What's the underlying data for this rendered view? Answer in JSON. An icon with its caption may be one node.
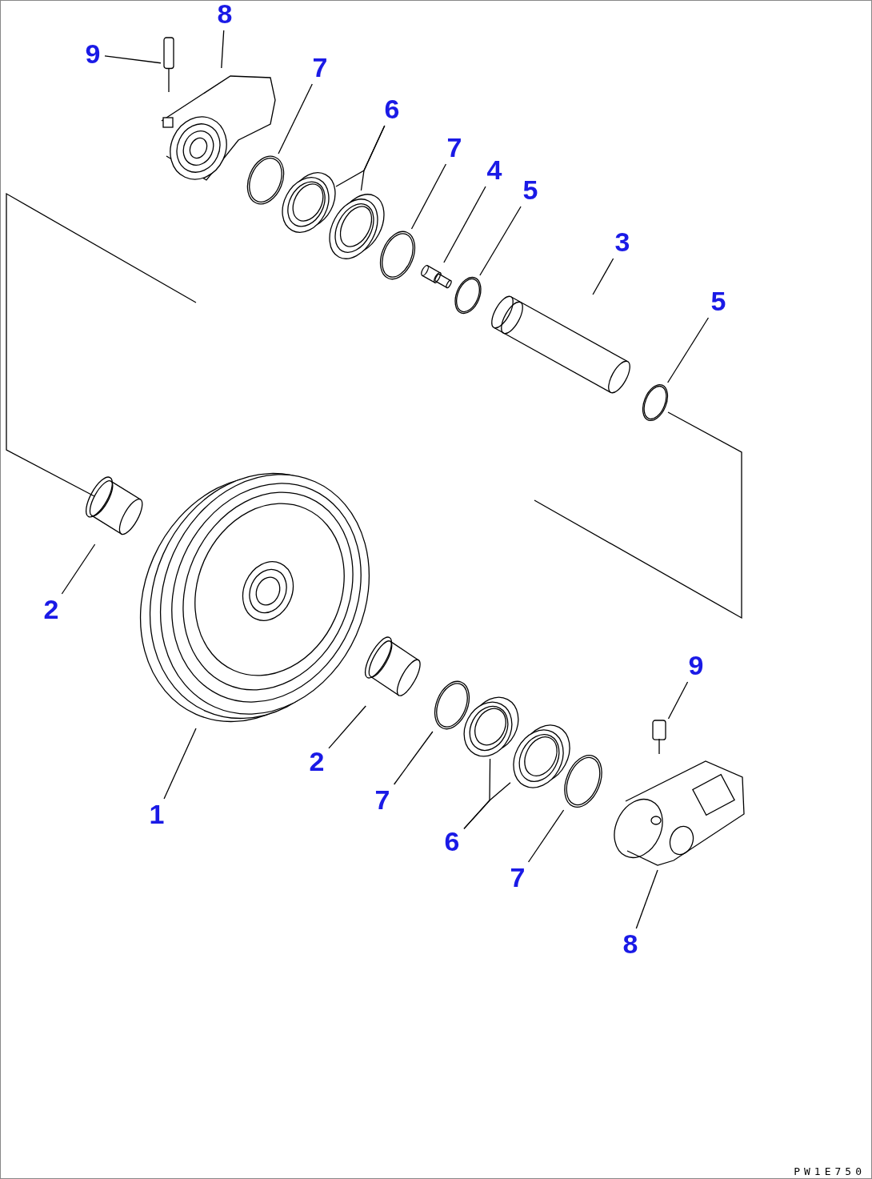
{
  "diagram": {
    "nodes": [
      {
        "text": [
          "8"
        ]
      },
      {
        "text": [
          "9"
        ]
      },
      {
        "text": [
          "7"
        ]
      },
      {
        "text": [
          "6"
        ]
      },
      {
        "text": [
          "7"
        ]
      },
      {
        "text": [
          "4"
        ]
      },
      {
        "text": [
          "5"
        ]
      },
      {
        "text": [
          "3"
        ]
      },
      {
        "text": [
          "5"
        ]
      },
      {
        "text": [
          "2"
        ]
      },
      {
        "text": [
          "9"
        ]
      },
      {
        "text": [
          "2"
        ]
      },
      {
        "text": [
          "7"
        ]
      },
      {
        "text": [
          "1"
        ]
      },
      {
        "text": [
          "6"
        ]
      },
      {
        "text": [
          "7"
        ]
      },
      {
        "text": [
          "8"
        ]
      },
      {
        "text": [],
        "shape": "picture"
      },
      {
        "text": [],
        "shape": "picture"
      },
      {
        "text": [],
        "shape": "picture"
      },
      {
        "text": [],
        "shape": "picture"
      },
      {
        "text": [],
        "shape": "picture"
      },
      {
        "text": [],
        "shape": "picture"
      },
      {
        "text": [],
        "shape": "picture"
      },
      {
        "text": [],
        "shape": "picture"
      },
      {
        "text": [],
        "shape": "picture"
      },
      {
        "text": [],
        "shape": "picture"
      },
      {
        "text": [],
        "shape": "picture"
      },
      {
        "text": [],
        "shape": "picture"
      },
      {
        "text": [],
        "shape": "picture"
      },
      {
        "text": [],
        "shape": "picture"
      },
      {
        "text": [],
        "shape": "picture"
      },
      {
        "text": [],
        "shape": "picture"
      },
      {
        "text": [],
        "shape": "picture"
      },
      {
        "text": [],
        "shape": "picture"
      },
      {
        "text": [],
        "shape": "picture"
      }
    ],
    "edges": [
      {
        "from": 0,
        "to": 18,
        "arrow": "none"
      },
      {
        "from": 1,
        "to": 17,
        "arrow": "none"
      },
      {
        "from": 2,
        "to": 19,
        "arrow": "none"
      },
      {
        "from": 3,
        "to": 20,
        "arrow": "none"
      },
      {
        "from": 3,
        "to": 21,
        "arrow": "none"
      },
      {
        "from": 4,
        "to": 22,
        "arrow": "none"
      },
      {
        "from": 5,
        "to": 23,
        "arrow": "none"
      },
      {
        "from": 6,
        "to": 24,
        "arrow": "none"
      },
      {
        "from": 7,
        "to": 25,
        "arrow": "none"
      },
      {
        "from": 8,
        "to": 26,
        "arrow": "none"
      },
      {
        "from": 9,
        "to": 27,
        "arrow": "none"
      },
      {
        "from": 10,
        "to": 34,
        "arrow": "none"
      },
      {
        "from": 11,
        "to": 29,
        "arrow": "none"
      },
      {
        "from": 12,
        "to": 30,
        "arrow": "none"
      },
      {
        "from": 13,
        "to": 28,
        "arrow": "none"
      },
      {
        "from": 14,
        "to": 31,
        "arrow": "none"
      },
      {
        "from": 14,
        "to": 32,
        "arrow": "none"
      },
      {
        "from": 15,
        "to": 33,
        "arrow": "none"
      },
      {
        "from": 16,
        "to": 35,
        "arrow": "none"
      }
    ],
    "labels": [
      "PW1E750"
    ]
  }
}
